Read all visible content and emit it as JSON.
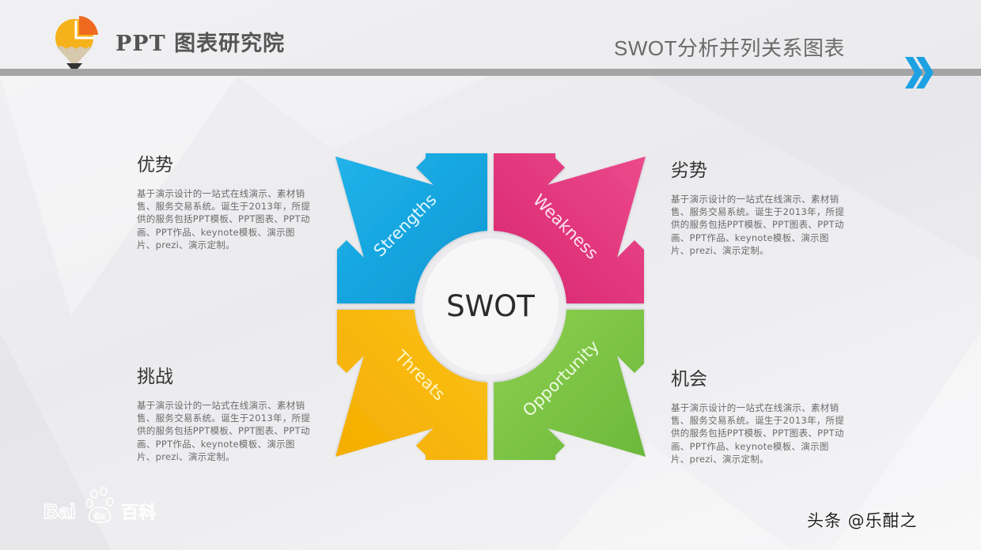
{
  "header": {
    "brand": "PPT 图表研究院",
    "slide_title": "SWOT分析并列关系图表",
    "logo_icon": "pie-chart-pencil-icon",
    "next_icon": "double-chevron-right-icon",
    "colors": {
      "bar": "#a4a4a4",
      "logo_yellow": "#f6b21a",
      "logo_orange": "#ef6a1f",
      "chevron": "#1da1e2"
    }
  },
  "diagram": {
    "center_label": "SWOT",
    "quadrants": [
      {
        "key": "strengths",
        "label": "Strengths",
        "color": "#0ea5de",
        "position": "top-left"
      },
      {
        "key": "weakness",
        "label": "Weakness",
        "color": "#e5337e",
        "position": "top-right"
      },
      {
        "key": "threats",
        "label": "Threats",
        "color": "#f7b500",
        "position": "bottom-left"
      },
      {
        "key": "opportunity",
        "label": "Opportunity",
        "color": "#7cc242",
        "position": "bottom-right"
      }
    ]
  },
  "sections": {
    "strengths": {
      "title": "优势",
      "body": "基于演示设计的一站式在线演示、素材销售、服务交易系统。诞生于2013年，所提供的服务包括PPT模板、PPT图表、PPT动画、PPT作品、keynote模板、演示图片、prezi、演示定制。"
    },
    "weakness": {
      "title": "劣势",
      "body": "基于演示设计的一站式在线演示、素材销售、服务交易系统。诞生于2013年，所提供的服务包括PPT模板、PPT图表、PPT动画、PPT作品、keynote模板、演示图片、prezi、演示定制。"
    },
    "threats": {
      "title": "挑战",
      "body": "基于演示设计的一站式在线演示、素材销售、服务交易系统。诞生于2013年，所提供的服务包括PPT模板、PPT图表、PPT动画、PPT作品、keynote模板、演示图片、prezi、演示定制。"
    },
    "opportunity": {
      "title": "机会",
      "body": "基于演示设计的一站式在线演示、素材销售、服务交易系统。诞生于2013年，所提供的服务包括PPT模板、PPT图表、PPT动画、PPT作品、keynote模板、演示图片、prezi、演示定制。"
    }
  },
  "watermarks": {
    "baidu_text_latin": "Bai",
    "baidu_text_du": "du",
    "baidu_text_cn": "百科",
    "credit": "头条 @乐酣之"
  }
}
